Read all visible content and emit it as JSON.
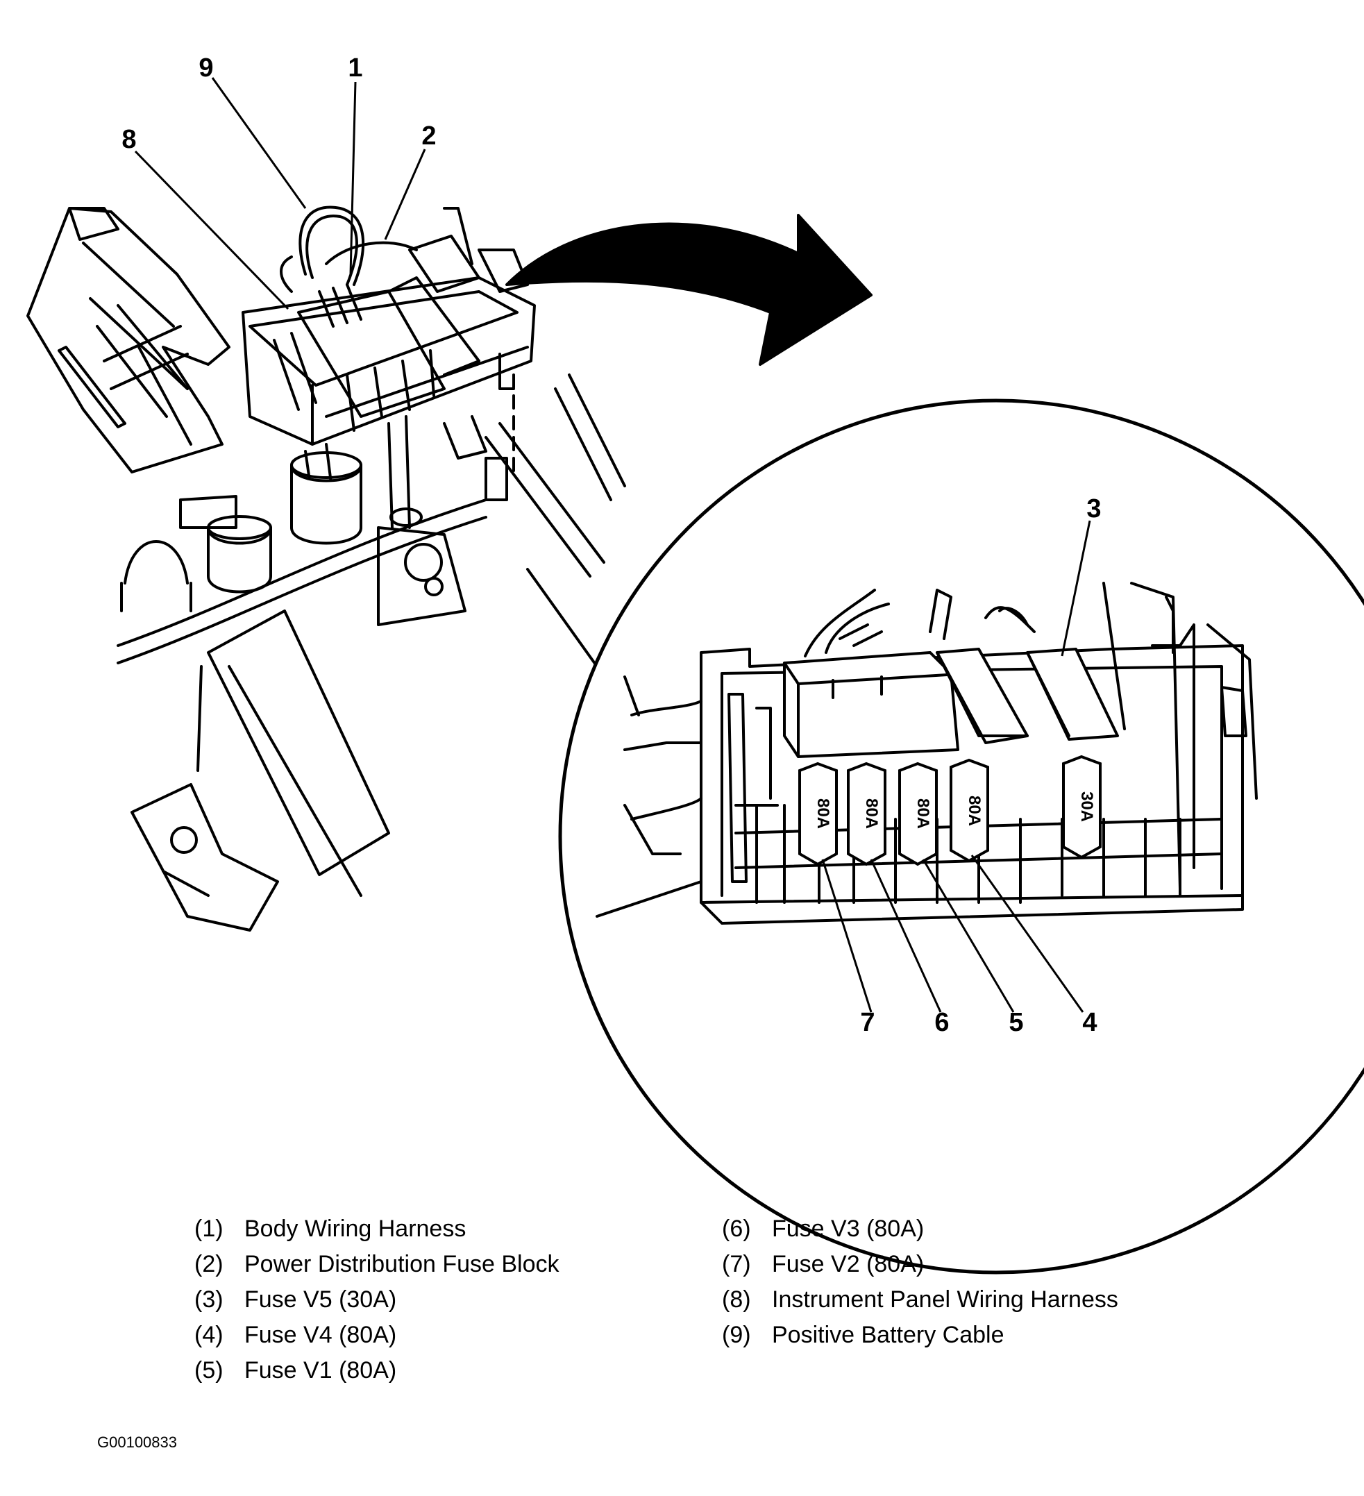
{
  "callouts": {
    "c1": "1",
    "c2": "2",
    "c3": "3",
    "c4": "4",
    "c5": "5",
    "c6": "6",
    "c7": "7",
    "c8": "8",
    "c9": "9"
  },
  "fuse_ratings": {
    "f7": "80A",
    "f6": "80A",
    "f5": "80A",
    "f4": "80A",
    "f3": "30A"
  },
  "legend": {
    "left": [
      {
        "num": "(1)",
        "label": "Body Wiring Harness"
      },
      {
        "num": "(2)",
        "label": "Power Distribution Fuse Block"
      },
      {
        "num": "(3)",
        "label": "Fuse V5 (30A)"
      },
      {
        "num": "(4)",
        "label": "Fuse V4 (80A)"
      },
      {
        "num": "(5)",
        "label": "Fuse V1 (80A)"
      }
    ],
    "right": [
      {
        "num": "(6)",
        "label": "Fuse V3 (80A)"
      },
      {
        "num": "(7)",
        "label": "Fuse V2 (80A)"
      },
      {
        "num": "(8)",
        "label": "Instrument Panel Wiring Harness"
      },
      {
        "num": "(9)",
        "label": "Positive Battery Cable"
      }
    ]
  },
  "figure_id": "G00100833"
}
